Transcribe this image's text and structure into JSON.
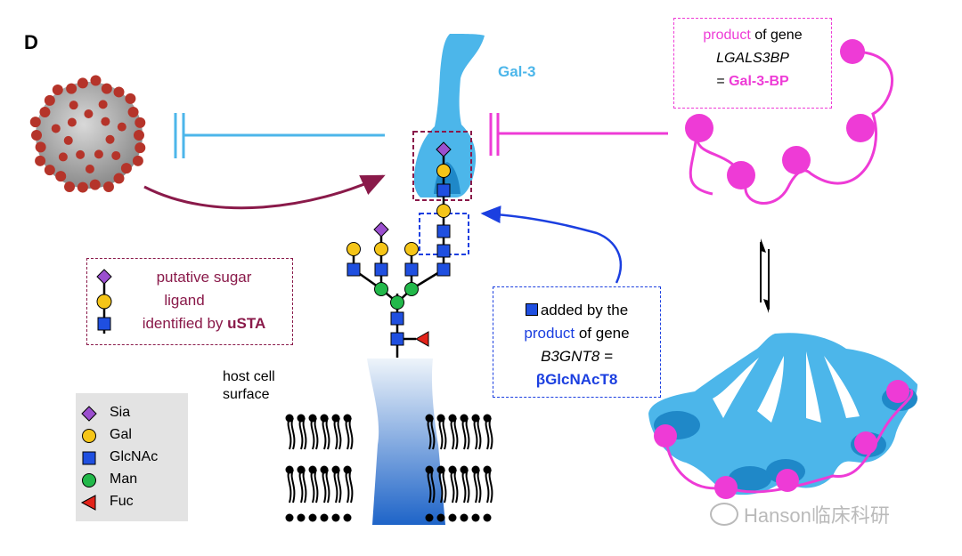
{
  "panel_label": "D",
  "gal3_label": "Gal-3",
  "gal3bp_box": {
    "line1_word": "product",
    "line1_rest": " of gene",
    "line2": "LGALS3BP",
    "line3_eq": "= ",
    "line3_name": "Gal-3-BP"
  },
  "ligand_box": {
    "line1": "putative sugar",
    "line2": "ligand",
    "line3_pre": "identified by ",
    "line3_bold": "uSTA"
  },
  "enzyme_box": {
    "line1": "added by the",
    "line2_word": "product",
    "line2_rest": " of gene",
    "line3": "B3GNT8 =",
    "line4": "βGlcNAcT8"
  },
  "host_label": {
    "line1": "host cell",
    "line2": "surface"
  },
  "legend": {
    "items": [
      {
        "label": "Sia",
        "symbol": "diamond",
        "color": "#9b4fcf"
      },
      {
        "label": "Gal",
        "symbol": "circle",
        "color": "#f5c518"
      },
      {
        "label": "GlcNAc",
        "symbol": "square",
        "color": "#1f4fe0"
      },
      {
        "label": "Man",
        "symbol": "circle",
        "color": "#22b84a"
      },
      {
        "label": "Fuc",
        "symbol": "triangle",
        "color": "#e2231a"
      }
    ]
  },
  "watermark": "Hanson临床科研",
  "colors": {
    "gal3": "#4cb6ea",
    "gal3bp": "#ee3bd6",
    "enzyme": "#1b3fe0",
    "ligand": "#8a1a4a",
    "virus": "#b5342a",
    "legend_bg": "#e3e3e3"
  }
}
